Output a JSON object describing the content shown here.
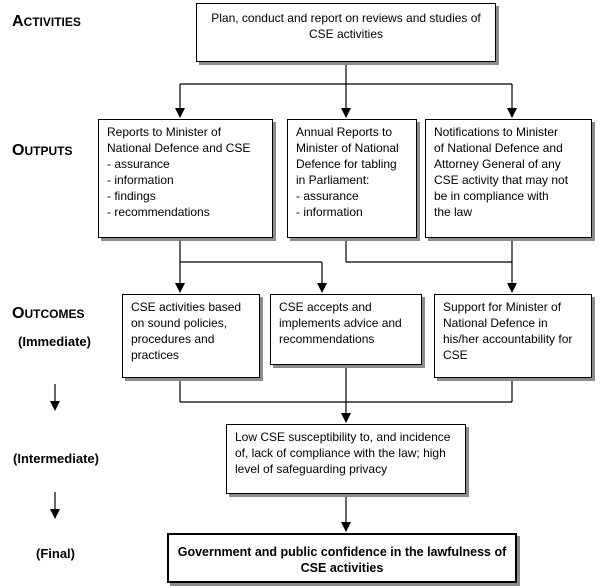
{
  "stage_labels": {
    "activities": {
      "first": "A",
      "rest": "CTIVITIES"
    },
    "outputs": {
      "first": "O",
      "rest": "UTPUTS"
    },
    "outcomes": {
      "first": "O",
      "rest": "UTCOMES"
    },
    "immediate": "(Immediate)",
    "intermediate": "(Intermediate)",
    "final": "(Final)"
  },
  "boxes": {
    "activity": {
      "lines": [
        "Plan, conduct and report on reviews and studies of",
        "CSE activities"
      ]
    },
    "output_reports": {
      "lines": [
        "Reports to Minister of",
        "National Defence and CSE",
        "- assurance",
        "- information",
        "- findings",
        "- recommendations"
      ]
    },
    "output_annual": {
      "lines": [
        "Annual Reports to",
        "Minister of National",
        "Defence for tabling",
        "in Parliament:",
        "- assurance",
        "- information"
      ]
    },
    "output_notifications": {
      "lines": [
        "Notifications to Minister",
        "of National Defence and",
        "Attorney General of any",
        "CSE activity that may not",
        "be in compliance with",
        "the law"
      ]
    },
    "outcome_policies": {
      "lines": [
        "CSE activities based",
        "on sound policies,",
        "procedures and",
        "practices"
      ]
    },
    "outcome_advice": {
      "lines": [
        "CSE accepts and",
        "implements advice and",
        "recommendations"
      ]
    },
    "outcome_support": {
      "lines": [
        "Support for Minister of",
        "National Defence in",
        "his/her accountability for",
        "CSE"
      ]
    },
    "intermediate": {
      "lines": [
        "Low CSE susceptibility to, and incidence",
        "of, lack of compliance with the law; high",
        "level of safeguarding privacy"
      ]
    },
    "final": {
      "lines": [
        "Government and public confidence in the lawfulness of",
        "CSE activities"
      ]
    }
  }
}
